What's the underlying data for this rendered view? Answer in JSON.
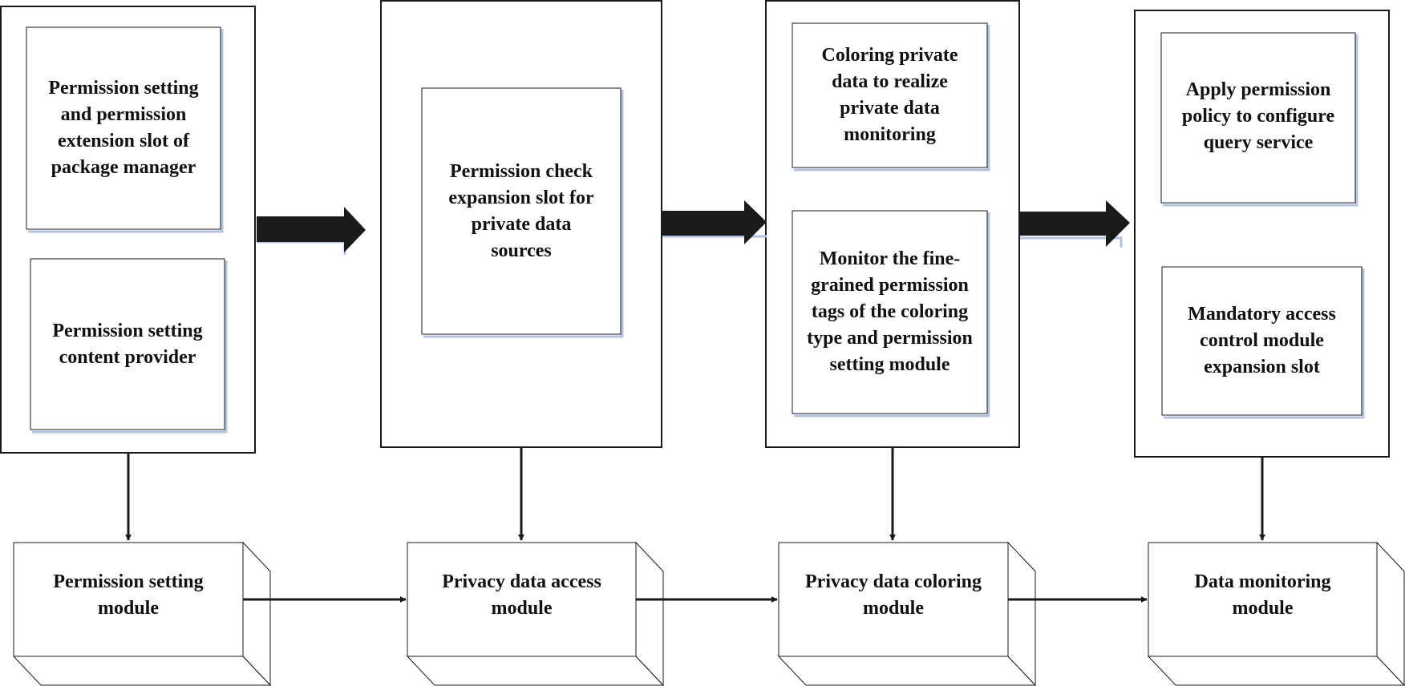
{
  "colors": {
    "stroke": "#1a1a1a",
    "shadow": "#b3c3dd",
    "arrow_fill": "#1a1a1a"
  },
  "containers": [
    {
      "inner_boxes": [
        {
          "text": "Permission setting and permission extension slot of package manager"
        },
        {
          "text": "Permission setting content provider"
        }
      ]
    },
    {
      "inner_boxes": [
        {
          "text": "Permission check expansion slot for private data sources"
        }
      ]
    },
    {
      "inner_boxes": [
        {
          "text": "Coloring private data to realize private data monitoring"
        },
        {
          "text": "Monitor the fine-grained permission tags of the coloring type and permission setting module"
        }
      ]
    },
    {
      "inner_boxes": [
        {
          "text": "Apply permission policy to configure query service"
        },
        {
          "text": "Mandatory access control module expansion slot"
        }
      ]
    }
  ],
  "modules": [
    {
      "text": "Permission setting module"
    },
    {
      "text": "Privacy data access module"
    },
    {
      "text": "Privacy data coloring module"
    },
    {
      "text": "Data monitoring module"
    }
  ]
}
